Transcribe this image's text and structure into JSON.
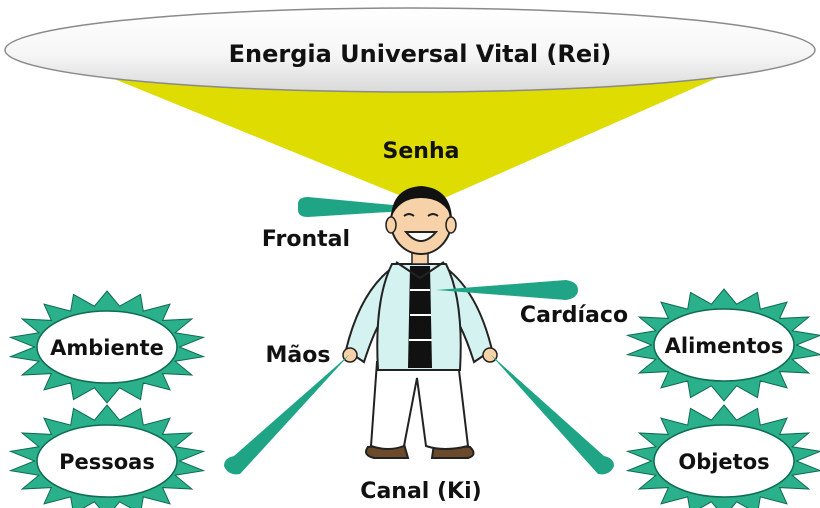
{
  "title": "Energia Universal Vital (Rei)",
  "labels": {
    "senha": "Senha",
    "frontal": "Frontal",
    "cardiaco": "Cardíaco",
    "maos": "Mãos",
    "canal": "Canal (Ki)"
  },
  "bursts": {
    "ambiente": "Ambiente",
    "pessoas": "Pessoas",
    "alimentos": "Alimentos",
    "objetos": "Objetos"
  },
  "colors": {
    "beam": "#dedc00",
    "ray": "#1fa585",
    "burst": "#2ab08a",
    "ellipse_border": "#8a8a8a",
    "shirt": "#d4f2f0"
  }
}
